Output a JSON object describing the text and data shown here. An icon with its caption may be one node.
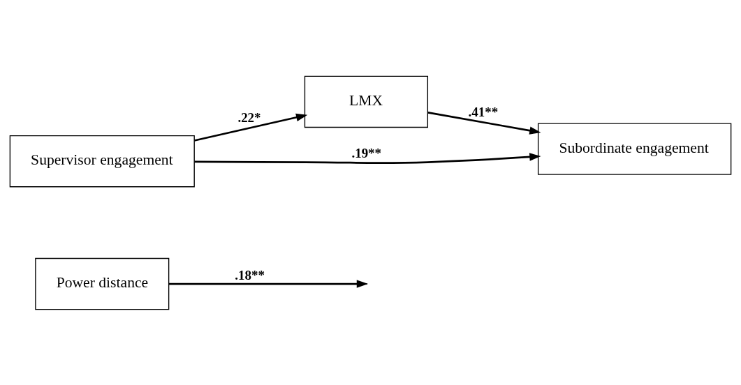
{
  "diagram": {
    "nodes": [
      {
        "text": [
          "Power distance"
        ]
      },
      {
        "text": [
          "LMX"
        ]
      },
      {
        "text": [
          "Supervisor engagement"
        ]
      },
      {
        "text": [
          "Subordinate engagement"
        ]
      }
    ],
    "edges": [
      {
        "from": 0,
        "to": null,
        "arrow": "to",
        "label": ".18**"
      },
      {
        "from": 2,
        "to": 1,
        "arrow": "to",
        "label": ".22*"
      },
      {
        "from": 1,
        "to": 3,
        "arrow": "to",
        "label": ".41**"
      },
      {
        "from": 2,
        "to": 3,
        "arrow": "to",
        "label": ".19**"
      }
    ]
  }
}
